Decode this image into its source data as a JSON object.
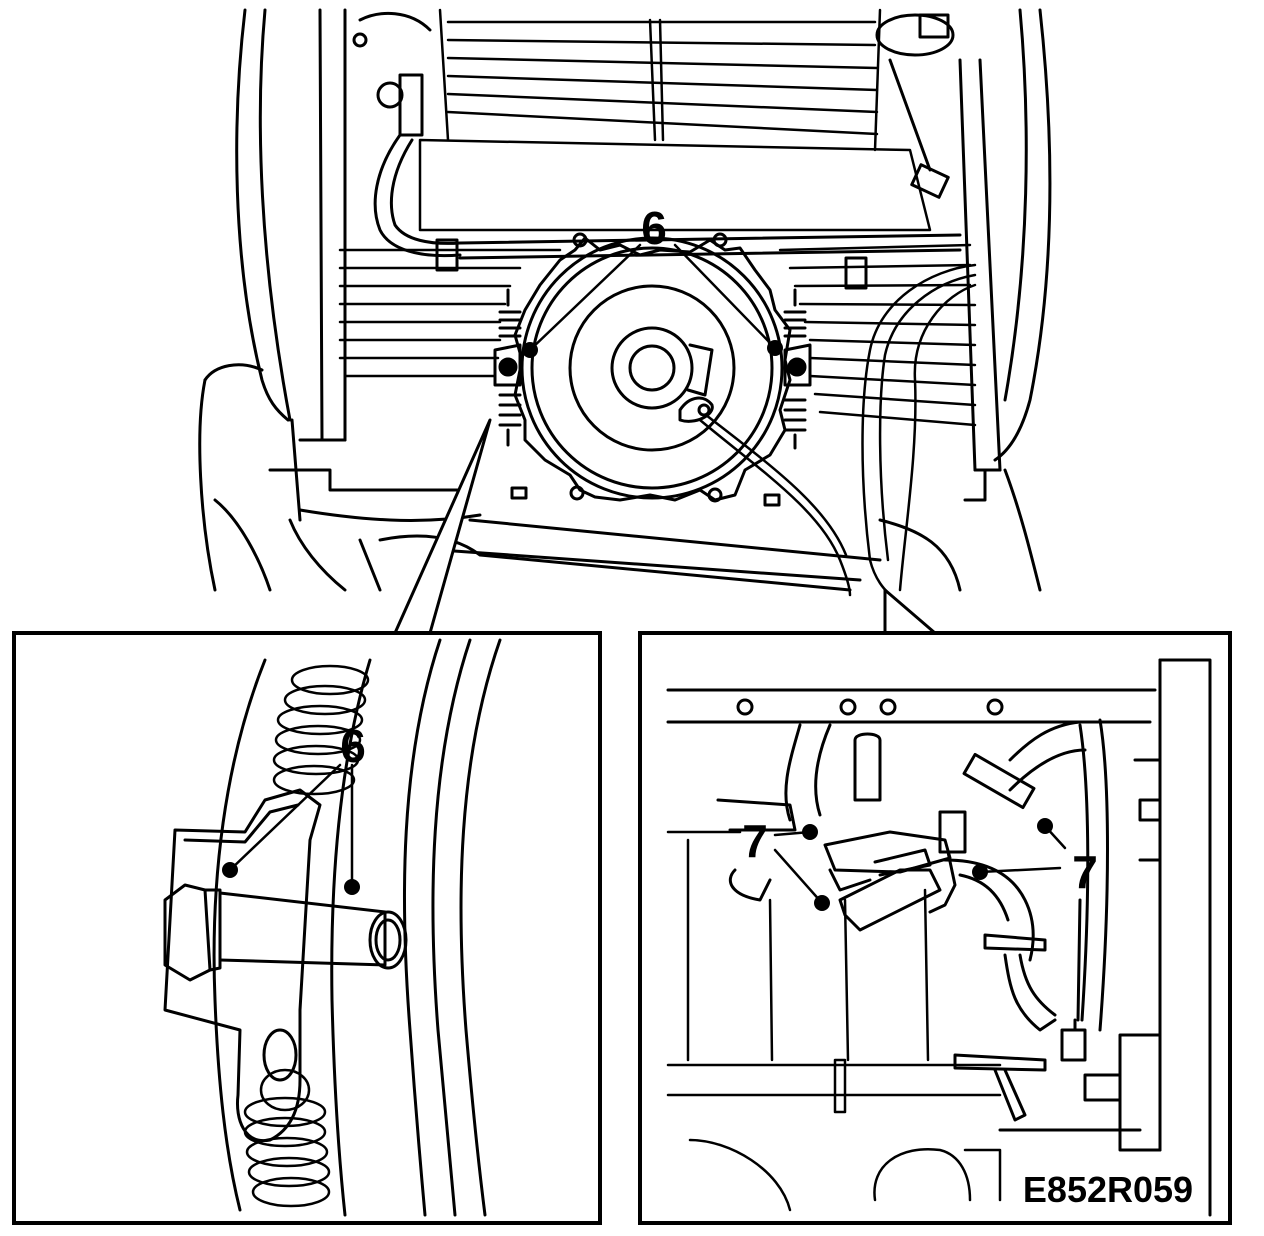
{
  "callouts": {
    "main_fan": "6",
    "inset_left": "6",
    "inset_right_left": "7",
    "inset_right_right": "7"
  },
  "figure_code": "E852R059",
  "colors": {
    "ink": "#000000",
    "paper": "#ffffff"
  }
}
